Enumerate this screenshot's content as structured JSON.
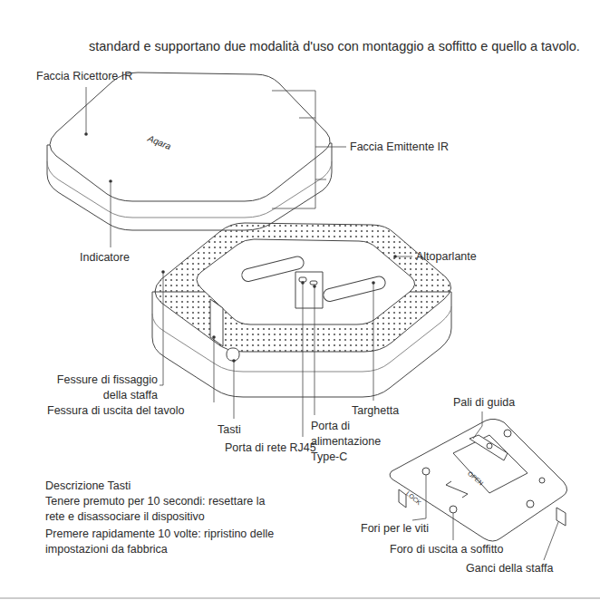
{
  "diagram": {
    "labels": [
      "standard e supportano due modalità d'uso con montaggio a soffitto e quello a tavolo.",
      "Faccia Ricettore IR",
      "Aqara",
      "Faccia Emittente IR",
      "Indicatore",
      "Altoparlante",
      "Fessure di fissaggio della staffa",
      "Fessura di uscita del tavolo",
      "Targhetta",
      "Pali di guida",
      "Tasti",
      "Porta di alimentazione Type-C",
      "Porta di rete RJ45",
      "Descrizione Tasti",
      "Tenere premuto per 10 secondi: resettare la rete e disassociare il dispositivo",
      "Premere rapidamente 10 volte: ripristino delle impostazioni da fabbrica",
      "OPEN",
      "LOCK",
      "Fori per le viti",
      "Foro di uscita a soffitto",
      "Ganci della staffa"
    ]
  }
}
